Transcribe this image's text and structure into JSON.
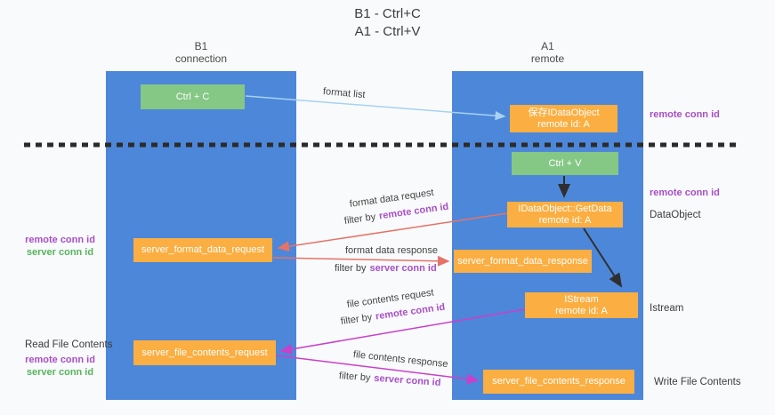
{
  "title": {
    "line1": "B1 - Ctrl+C",
    "line2": "A1 - Ctrl+V"
  },
  "lanes": {
    "left": {
      "title": "B1",
      "subtitle": "connection"
    },
    "right": {
      "title": "A1",
      "subtitle": "remote"
    }
  },
  "nodes": {
    "ctrl_c": {
      "label": "Ctrl + C"
    },
    "save_idataobject": {
      "line1": "保存IDataObject",
      "line2": "remote id: A"
    },
    "ctrl_v": {
      "label": "Ctrl + V"
    },
    "idataobject_getdata": {
      "line1": "IDataObject::GetData",
      "line2": "remote id: A"
    },
    "server_format_data_request": {
      "label": "server_format_data_request"
    },
    "server_format_data_response": {
      "label": "server_format_data_response"
    },
    "istream": {
      "line1": "IStream",
      "line2": "remote id: A"
    },
    "server_file_contents_request": {
      "label": "server_file_contents_request"
    },
    "server_file_contents_response": {
      "label": "server_file_contents_response"
    }
  },
  "right_labels": {
    "remote_conn_id_top": "remote conn id",
    "remote_conn_id_mid": "remote conn id",
    "dataobject": "DataObject",
    "istream": "Istream",
    "write_file_contents": "Write File Contents"
  },
  "left_labels": {
    "format_group": {
      "remote_conn_id": "remote conn id",
      "server_conn_id": "server conn id"
    },
    "file_group": {
      "read_file_contents": "Read File Contents",
      "remote_conn_id": "remote conn id",
      "server_conn_id": "server conn id"
    }
  },
  "arrows": {
    "format_list": {
      "label": "format list"
    },
    "format_data_request": {
      "label": "format data request",
      "filter_prefix": "filter by",
      "filter_key": "remote conn id"
    },
    "format_data_response": {
      "label": "format data response",
      "filter_prefix": "filter by",
      "filter_key": "server conn id"
    },
    "file_contents_request": {
      "label": "file contents request",
      "filter_prefix": "filter by",
      "filter_key": "remote conn id"
    },
    "file_contents_response": {
      "label": "file contents response",
      "filter_prefix": "filter by",
      "filter_key": "server conn id"
    }
  },
  "colors": {
    "lane_blue": "#4d87d9",
    "node_green": "#85c785",
    "node_orange": "#fbae41",
    "arrow_red": "#e57368",
    "arrow_magenta": "#c940c9",
    "arrow_lightblue": "#a6d2f2",
    "arrow_black": "#2f2f2f",
    "text_purple": "#a74fc6",
    "text_green": "#57b45e",
    "dashed_separator": "#2b2b2b"
  }
}
